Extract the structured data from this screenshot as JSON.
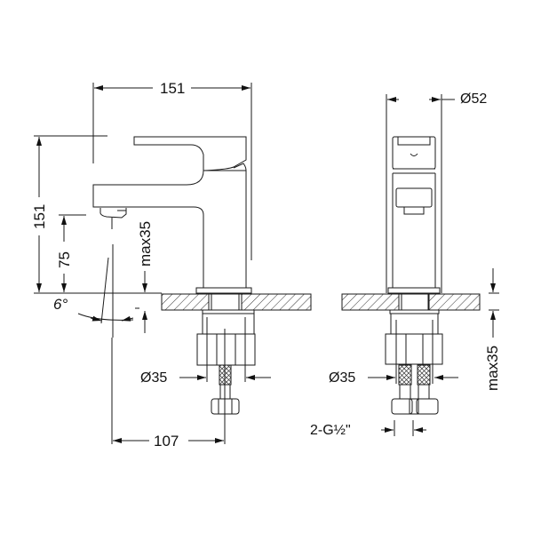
{
  "title": "Basin mixer technical drawing",
  "views": {
    "side": {
      "dimensions": {
        "overall_width": "151",
        "overall_height": "151",
        "spout_height": "75",
        "max_deck_thickness": "max35",
        "spout_angle": "6°",
        "shank_diameter": "Ø35",
        "spout_reach": "107"
      }
    },
    "front": {
      "dimensions": {
        "body_diameter": "Ø52",
        "shank_diameter": "Ø35",
        "max_deck_thickness": "max35",
        "connection": "2-G½\""
      }
    }
  },
  "colors": {
    "line": "#1a1a1a",
    "hatch": "#333333",
    "background": "#ffffff"
  }
}
